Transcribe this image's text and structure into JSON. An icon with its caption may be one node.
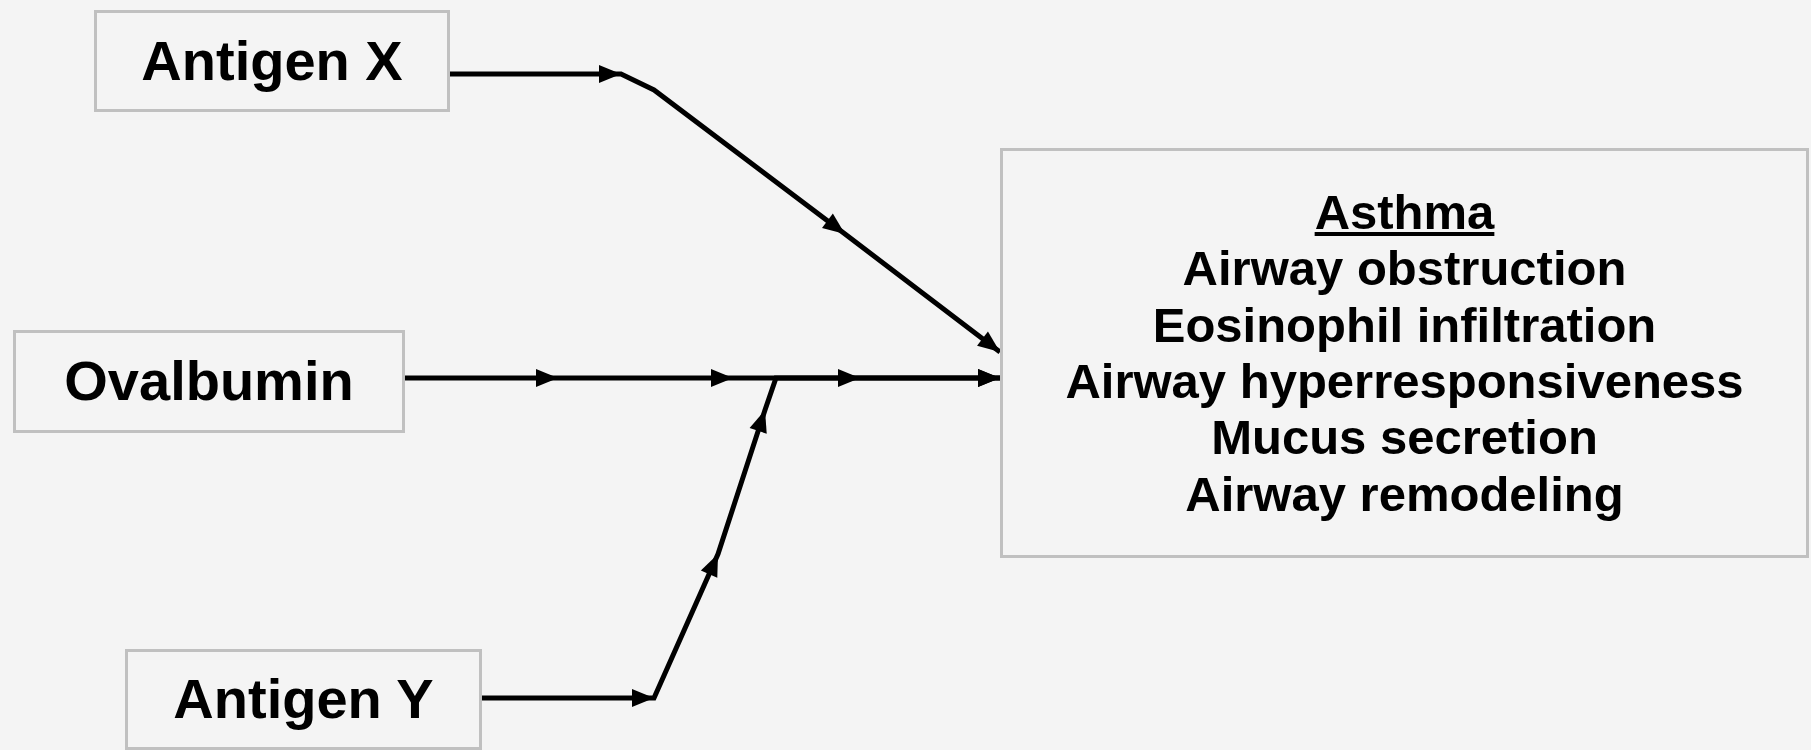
{
  "diagram": {
    "nodes": [
      {
        "text": [
          "Antigen X"
        ]
      },
      {
        "text": [
          "Ovalbumin"
        ]
      },
      {
        "text": [
          "Antigen Y"
        ]
      },
      {
        "text": [
          "Asthma",
          "Airway obstruction",
          "Eosinophil infiltration",
          "Airway hyperresponsiveness",
          "Mucus secretion",
          "Airway remodeling"
        ]
      }
    ],
    "edges": [
      {
        "from": 0,
        "to": 3,
        "arrow": "to"
      },
      {
        "from": 1,
        "to": 3,
        "arrow": "to"
      },
      {
        "from": 2,
        "to": 3,
        "arrow": "to"
      }
    ]
  }
}
